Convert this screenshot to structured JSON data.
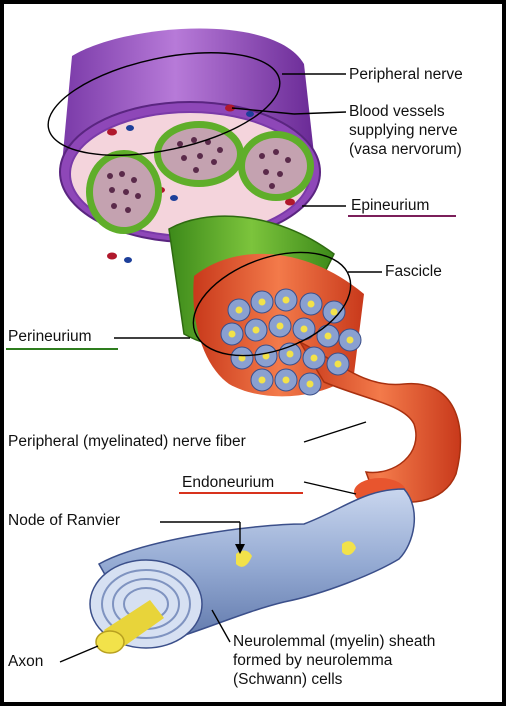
{
  "labels": {
    "peripheral_nerve": "Peripheral nerve",
    "blood_vessels": "Blood vessels\nsupplying nerve\n(vasa nervorum)",
    "epineurium": "Epineurium",
    "fascicle": "Fascicle",
    "perineurium": "Perineurium",
    "nerve_fiber": "Peripheral (myelinated) nerve fiber",
    "endoneurium": "Endoneurium",
    "node_of_ranvier": "Node of Ranvier",
    "axon": "Axon",
    "myelin_sheath": "Neurolemmal (myelin) sheath\nformed by neurolemma\n(Schwann) cells"
  },
  "colors": {
    "epineurium_underline": "#7b1f5a",
    "perineurium_underline": "#2e7d1e",
    "endoneurium_underline": "#d8321d",
    "nerve_purple": "#9b4fc0",
    "perineurium_green": "#5fae2a",
    "fascicle_orange": "#e8552e",
    "myelin_blue": "#9fb3d8",
    "axon_yellow": "#f2e24a"
  }
}
